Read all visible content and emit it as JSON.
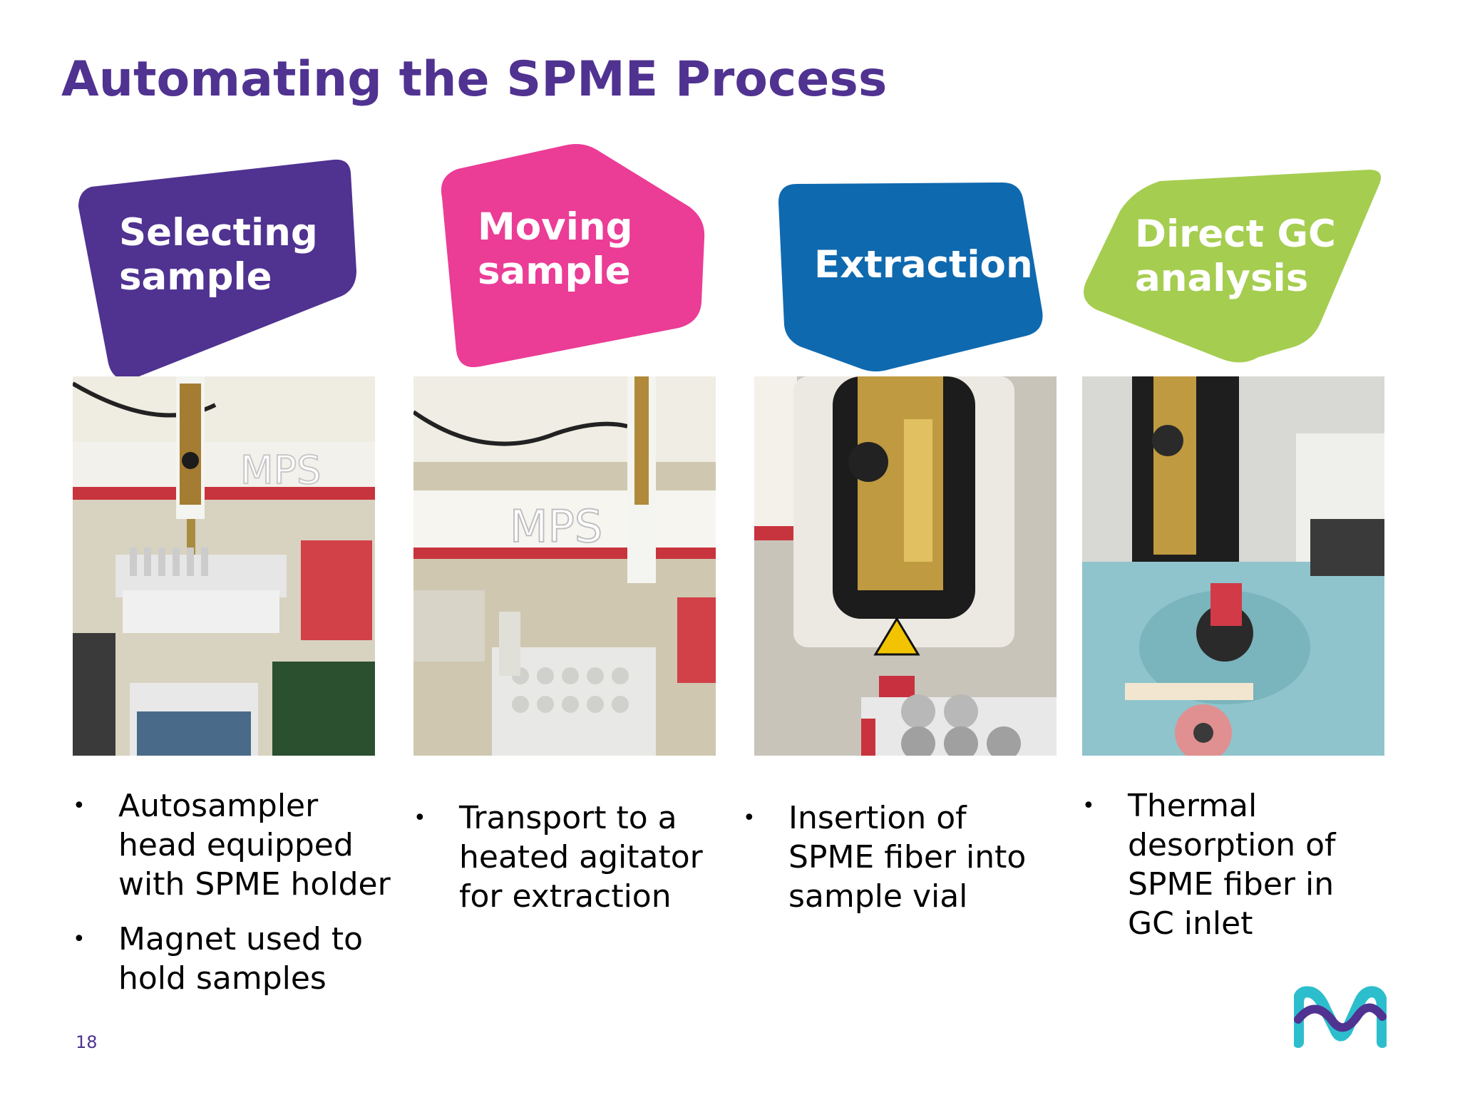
{
  "slide": {
    "title": "Automating the SPME Process",
    "page_number": "18"
  },
  "colors": {
    "title": "#503291",
    "purple": "#503291",
    "magenta": "#EB3C96",
    "blue": "#0F69AF",
    "green": "#A5CD50",
    "logo_teal": "#2DBECD",
    "logo_purple": "#503291"
  },
  "steps": [
    {
      "label": "Selecting\nsample",
      "photo_icon": "autosampler-head-photo",
      "bullets": [
        "Autosampler head equipped with SPME holder",
        "Magnet used to hold samples"
      ]
    },
    {
      "label": "Moving\nsample",
      "photo_icon": "mps-transport-photo",
      "bullets": [
        "Transport to a heated agitator for extraction"
      ]
    },
    {
      "label": "Extraction",
      "photo_icon": "spme-fiber-insertion-photo",
      "bullets": [
        "Insertion of SPME fiber into sample vial"
      ]
    },
    {
      "label": "Direct GC\nanalysis",
      "photo_icon": "gc-inlet-desorption-photo",
      "bullets": [
        "Thermal desorption of SPME fiber in GC inlet"
      ]
    }
  ],
  "logo": {
    "icon": "merck-m-logo"
  }
}
